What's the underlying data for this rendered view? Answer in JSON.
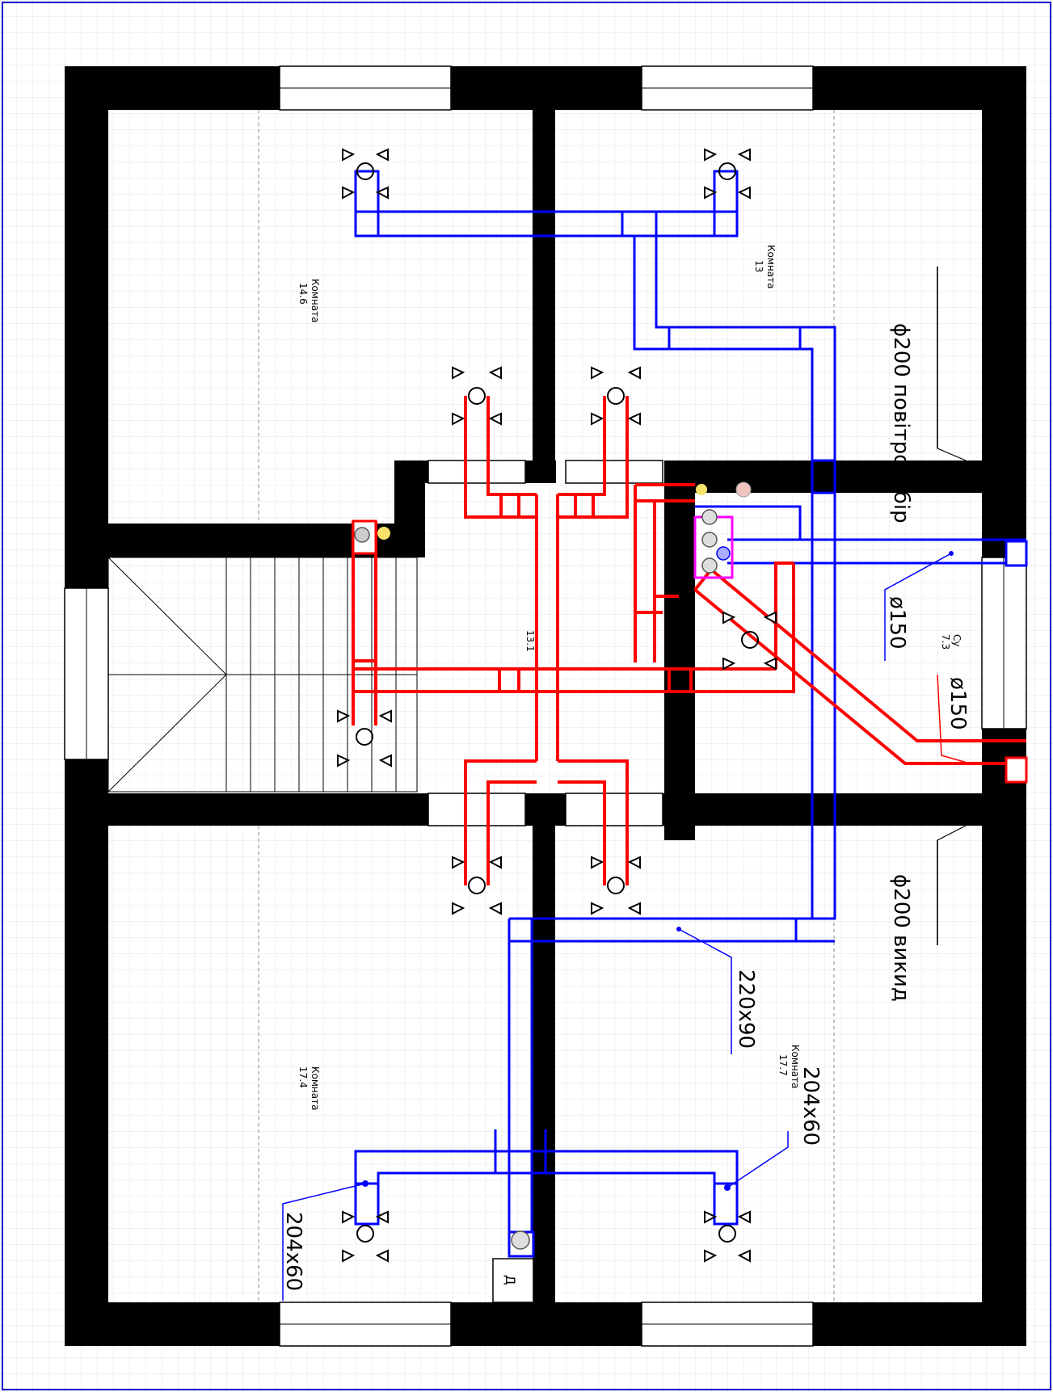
{
  "rooms": [
    {
      "name": "Комната",
      "area": "14.6"
    },
    {
      "name": "Комната",
      "area": "13"
    },
    {
      "name": "",
      "area": "13.1"
    },
    {
      "name": "Су",
      "area": "7.3"
    },
    {
      "name": "Комната",
      "area": "17.4"
    },
    {
      "name": "Комната",
      "area": "17.7"
    }
  ],
  "callouts": {
    "intake": "ϕ200 повітрозабір",
    "exhaust": "ϕ200 викид",
    "d150_blue": "ø150",
    "d150_red": "ø150",
    "duct_main": "220x90",
    "duct_right": "204x60",
    "duct_left": "204x60"
  },
  "marker": "Д",
  "colors": {
    "supply": "#ff0000",
    "extract": "#0000ff",
    "wall": "#000000",
    "grid": "#e2e6ee",
    "unit": "#ff00ff"
  }
}
